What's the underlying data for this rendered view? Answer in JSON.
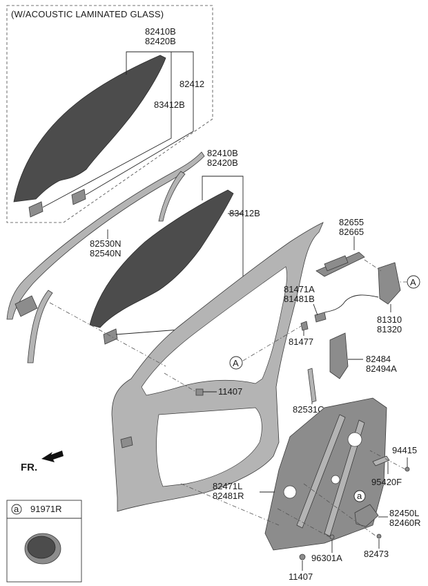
{
  "header": {
    "variant_label": "(W/ACOUSTIC LAMINATED GLASS)"
  },
  "labels": {
    "acoustic_glass_line1": "82410B",
    "acoustic_glass_line2": "82420B",
    "acoustic_run": "82412",
    "acoustic_sash": "83412B",
    "glass_line1": "82410B",
    "glass_line2": "82420B",
    "sash": "83412B",
    "weatherstrip_line1": "82530N",
    "weatherstrip_line2": "82540N",
    "handle_line1": "82655",
    "handle_line2": "82665",
    "rod_line1": "81471A",
    "rod_line2": "81481B",
    "clip": "81477",
    "latch_line1": "81310",
    "latch_line2": "81320",
    "bracket_line1": "82484",
    "bracket_line2": "82494A",
    "bolt_top": "11407",
    "channel": "82531C",
    "screw_right": "94415",
    "stopper": "95420F",
    "module_line1": "82471L",
    "module_line2": "82481R",
    "motor_line1": "82450L",
    "motor_line2": "82460R",
    "screw_bottom": "82473",
    "bolt_lower": "96301A",
    "bolt_bottom": "11407",
    "fr_label": "FR.",
    "ref_a_callouts": [
      "A",
      "A"
    ],
    "ref_small_a": [
      "a",
      "a"
    ]
  },
  "legend": {
    "marker": "a",
    "part_number": "91971R"
  }
}
